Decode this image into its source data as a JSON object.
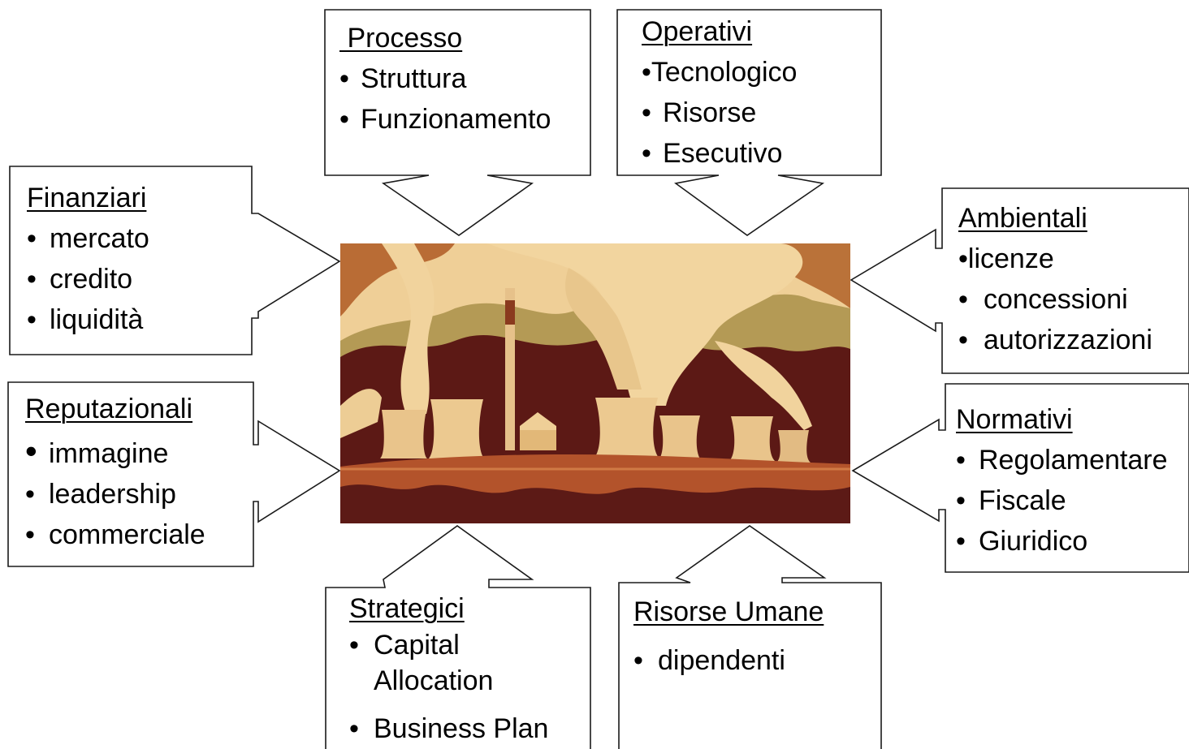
{
  "colors": {
    "sky_light": "#f1d7a6",
    "sky_orange": "#c27a3d",
    "hill_dark": "#5e1a17",
    "hill_olive": "#b59c54",
    "smoke": "#f3d49c",
    "ground": "#b0502a",
    "outline": "#1a1a1a"
  },
  "boxes": {
    "processo": {
      "title": " Processo",
      "items": [
        "Struttura",
        "Funzionamento"
      ]
    },
    "operativi": {
      "title": "Operativi",
      "items": [
        "Tecnologico",
        "Risorse",
        "Esecutivo"
      ]
    },
    "finanziari": {
      "title": "Finanziari",
      "items": [
        "mercato",
        "credito",
        "liquidità"
      ]
    },
    "ambientali": {
      "title": "Ambientali",
      "items": [
        "licenze",
        "concessioni",
        "autorizzazioni"
      ]
    },
    "reputazionali": {
      "title": "Reputazionali",
      "items": [
        "immagine",
        "leadership",
        "commerciale"
      ]
    },
    "normativi": {
      "title": "Normativi",
      "items": [
        "Regolamentare",
        "Fiscale",
        "Giuridico"
      ]
    },
    "strategici": {
      "title": "Strategici",
      "items": [
        "Capital Allocation",
        "Business Plan"
      ]
    },
    "risorse_umane": {
      "title": "Risorse Umane",
      "items": [
        "dipendenti"
      ]
    }
  },
  "center_image": {
    "icon": "power-plant-illustration-icon"
  }
}
